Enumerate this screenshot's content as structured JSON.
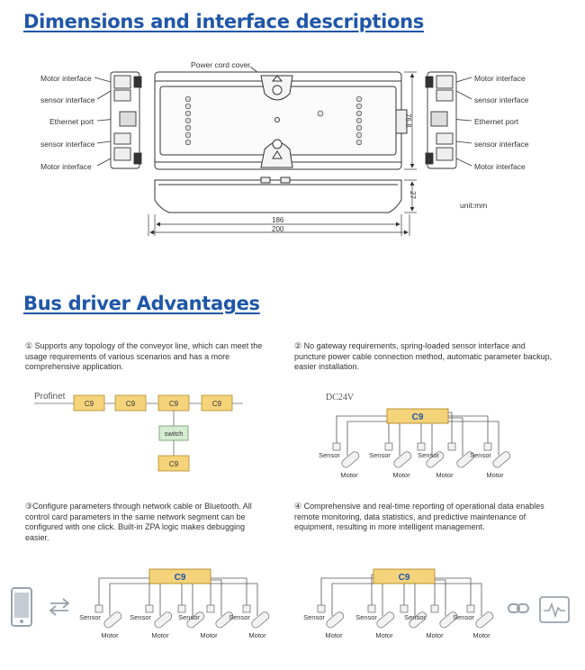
{
  "section1": {
    "title": "Dimensions and interface descriptions",
    "left_labels": [
      "Motor interface",
      "sensor interface",
      "Ethernet port",
      "sensor interface",
      "Motor interface"
    ],
    "right_labels": [
      "Motor interface",
      "sensor interface",
      "Ethernet port",
      "sensor interface",
      "Motor interface"
    ],
    "cover_label": "Power cord cover",
    "dim_height": "76.8",
    "dim_depth": "27",
    "dim_inner": "186",
    "dim_outer": "200",
    "unit": "unit:mm"
  },
  "section2": {
    "title": "Bus driver Advantages",
    "adv1": "① Supports any topology of the conveyor line, which can meet the usage requirements of various scenarios and has a more comprehensive application.",
    "adv2": "② No gateway requirements, spring-loaded sensor interface and puncture power cable connection method, automatic parameter backup, easier installation.",
    "adv3": "③Configure parameters through network cable or Bluetooth. All control card parameters in the same network segment can be configured with one click. Built-in ZPA logic makes debugging easier.",
    "adv4": "④ Comprehensive and real-time reporting of operational data enables remote monitoring, data statistics, and predictive maintenance of equipment, resulting in more intelligent management.",
    "profinet_label": "Profinet",
    "card_label": "C9",
    "switch_label": "switch",
    "dc_label": "DC24V",
    "sensor_label": "Sensor",
    "motor_label": "Motor"
  },
  "colors": {
    "title": "#1f56a8",
    "card_fill": "#f5d37a",
    "card_stroke": "#b08a2a",
    "switch_fill": "#d6ecd3",
    "line": "#555555"
  },
  "icons": [
    "phone-icon",
    "exchange-arrows-icon",
    "link-icon",
    "monitor-pulse-icon"
  ]
}
